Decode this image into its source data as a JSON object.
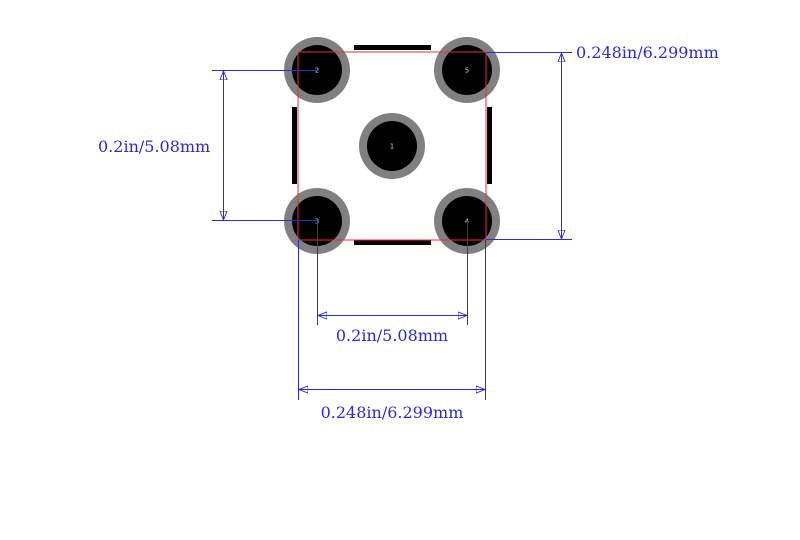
{
  "colors": {
    "dimension": "#2a2ad8",
    "outline": "#e0303a",
    "pad_ring": "#808080",
    "pad_hole": "#000000",
    "silkscreen": "#000000",
    "pad_label": "#c8c8ff"
  },
  "pads": [
    {
      "label": "1"
    },
    {
      "label": "2"
    },
    {
      "label": "3"
    },
    {
      "label": "4"
    },
    {
      "label": "5"
    }
  ],
  "dimensions": {
    "left_vertical": "0.2in/5.08mm",
    "right_vertical": "0.248in/6.299mm",
    "bottom_inner": "0.2in/5.08mm",
    "bottom_outer": "0.248in/6.299mm"
  }
}
